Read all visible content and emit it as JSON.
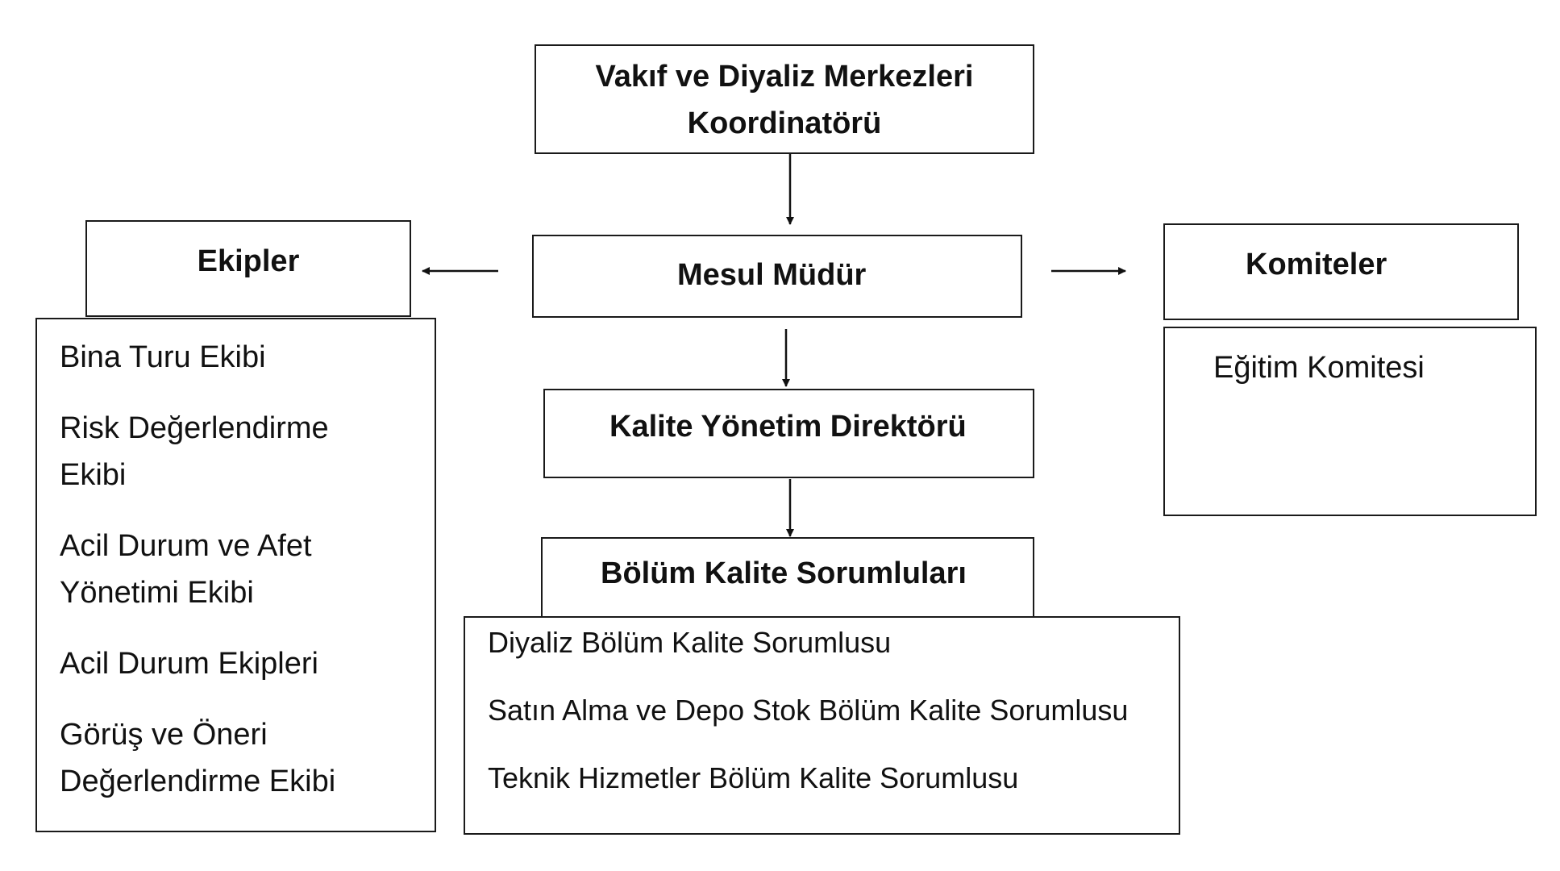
{
  "coordinator": {
    "line1": "Vakıf ve Diyaliz Merkezleri",
    "line2": "Koordinatörü"
  },
  "manager": {
    "title": "Mesul Müdür"
  },
  "quality_director": {
    "title": "Kalite Yönetim Direktörü"
  },
  "unit_quality": {
    "title": "Bölüm Kalite Sorumluları",
    "items": [
      "Diyaliz Bölüm Kalite Sorumlusu",
      "Satın Alma ve Depo Stok Bölüm Kalite Sorumlusu",
      "Teknik Hizmetler Bölüm Kalite Sorumlusu"
    ]
  },
  "teams": {
    "title": "Ekipler",
    "items": [
      "Bina Turu Ekibi",
      "Risk Değerlendirme\nEkibi",
      "Acil Durum ve Afet\nYönetimi Ekibi",
      "Acil Durum Ekipleri",
      "Görüş ve Öneri\nDeğerlendirme Ekibi"
    ]
  },
  "committees": {
    "title": "Komiteler",
    "items": [
      "Eğitim Komitesi"
    ]
  }
}
